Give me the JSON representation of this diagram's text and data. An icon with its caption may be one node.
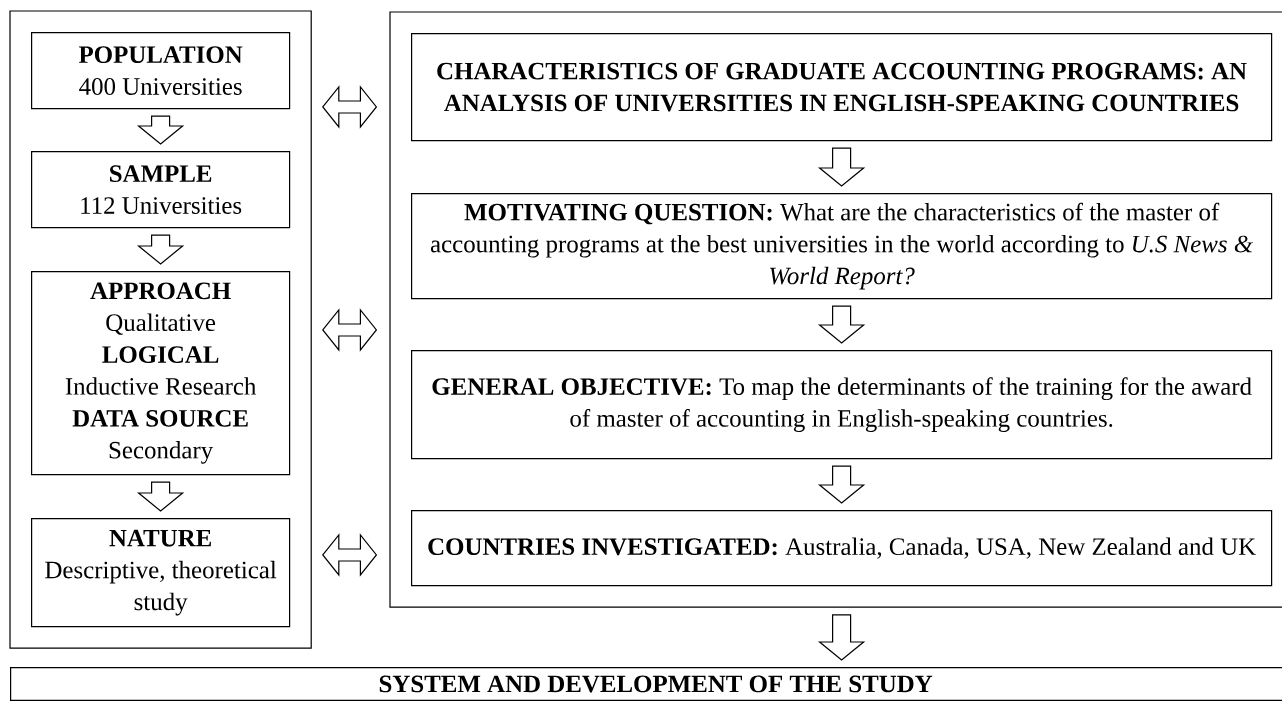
{
  "diagram": {
    "nodes": [
      {
        "text": [],
        "shape": "box"
      },
      {
        "text": [
          "POPULATION",
          "400 Universities"
        ],
        "in": 0
      },
      {
        "text": [
          "SAMPLE",
          "112 Universities"
        ],
        "in": 0
      },
      {
        "text": [
          "APPROACH",
          "Qualitative",
          "LOGICAL",
          "Inductive Research",
          "DATA SOURCE",
          "Secondary"
        ],
        "in": 0
      },
      {
        "text": [
          "NATURE",
          "Descriptive, theoretical study"
        ],
        "in": 0
      },
      {
        "text": [],
        "shape": "box"
      },
      {
        "text": [
          "CHARACTERISTICS OF GRADUATE ACCOUNTING PROGRAMS: AN ANALYSIS OF UNIVERSITIES IN ENGLISH-SPEAKING COUNTRIES"
        ],
        "in": 5
      },
      {
        "text": [
          "**MOTIVATING QUESTION:** What are the characteristics of the master of accounting programs at the best universities in the world according to *U.S News & World Report?*"
        ],
        "in": 5
      },
      {
        "text": [
          "**GENERAL OBJECTIVE:** To map the determinants of the training for the award of master of accounting in English-speaking countries."
        ],
        "in": 5
      },
      {
        "text": [
          "**COUNTRIES INVESTIGATED:** Australia, Canada, USA, New Zealand and UK"
        ],
        "in": 5
      },
      {
        "text": [
          "SYSTEM AND DEVELOPMENT OF THE STUDY"
        ]
      }
    ],
    "edges": [
      {
        "from": 1,
        "to": 2,
        "arrow": "to"
      },
      {
        "from": 2,
        "to": 3,
        "arrow": "to"
      },
      {
        "from": 3,
        "to": 4,
        "arrow": "to"
      },
      {
        "from": 6,
        "to": 7,
        "arrow": "to"
      },
      {
        "from": 7,
        "to": 8,
        "arrow": "to"
      },
      {
        "from": 8,
        "to": 9,
        "arrow": "to"
      },
      {
        "from": 5,
        "to": 10,
        "arrow": "to"
      },
      {
        "from": 0,
        "to": 5,
        "arrow": "both"
      },
      {
        "from": 0,
        "to": 5,
        "arrow": "both"
      },
      {
        "from": 0,
        "to": 5,
        "arrow": "both"
      }
    ]
  }
}
